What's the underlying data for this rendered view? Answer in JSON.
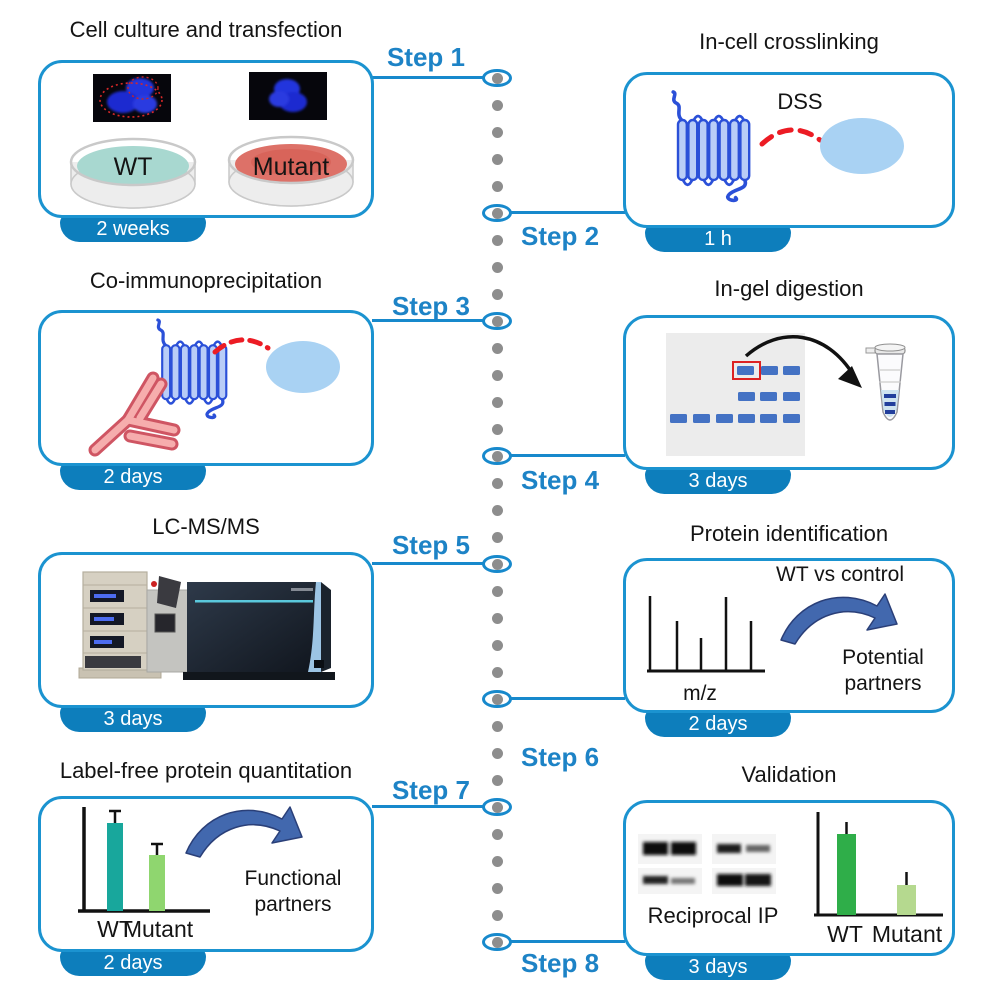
{
  "steps": [
    {
      "label": "Step 1",
      "title": "Cell culture and transfection",
      "duration": "2 weeks",
      "dishes": [
        {
          "label": "WT"
        },
        {
          "label": "Mutant"
        }
      ]
    },
    {
      "label": "Step 2",
      "title": "In-cell crosslinking",
      "duration": "1 h",
      "crosslinker": "DSS"
    },
    {
      "label": "Step 3",
      "title": "Co-immunoprecipitation",
      "duration": "2 days"
    },
    {
      "label": "Step 4",
      "title": "In-gel digestion",
      "duration": "3 days"
    },
    {
      "label": "Step 5",
      "title": "LC-MS/MS",
      "duration": "3 days"
    },
    {
      "label": "Step 6",
      "title": "Protein identification",
      "duration": "2 days",
      "comparison_label": "WT vs control",
      "axis_label": "m/z",
      "outcome": "Potential partners"
    },
    {
      "label": "Step 7",
      "title": "Label-free protein quantitation",
      "duration": "2 days",
      "outcome": "Functional partners",
      "x_categories": [
        "WT",
        "Mutant"
      ]
    },
    {
      "label": "Step 8",
      "title": "Validation",
      "duration": "3 days",
      "blot_label": "Reciprocal IP",
      "x_categories": [
        "WT",
        "Mutant"
      ]
    }
  ],
  "chart_data": [
    {
      "id": "protein-identification-spectrum",
      "type": "line",
      "xlabel": "m/z",
      "description": "Schematic mass spectrum with 5 peaks",
      "peaks_relative_height": [
        1.0,
        0.66,
        0.44,
        0.98,
        0.66
      ]
    },
    {
      "id": "label-free-quantitation-bars",
      "type": "bar",
      "categories": [
        "WT",
        "Mutant"
      ],
      "values": [
        0.83,
        0.52
      ],
      "error_bars": true,
      "bar_colors": [
        "#18a79c",
        "#8fd66f"
      ],
      "ylim": [
        0,
        1
      ],
      "title": ""
    },
    {
      "id": "validation-bars",
      "type": "bar",
      "categories": [
        "WT",
        "Mutant"
      ],
      "values": [
        0.81,
        0.3
      ],
      "error_bars": true,
      "bar_colors": [
        "#2fae49",
        "#b5d98f"
      ],
      "ylim": [
        0,
        1
      ],
      "title": ""
    }
  ],
  "colors": {
    "card_border_blue": "#1b93d0",
    "step_label_blue": "#1d83c6",
    "badge_blue": "#0d7ebc",
    "timeline_dot_gray": "#8d8d8d",
    "receptor_outline_blue": "#2b50d8",
    "receptor_fill": "#b9cdf7",
    "partner_ellipse_blue": "#a9d2f3",
    "crosslink_red": "#ec1c24",
    "antibody_pink": "#f5a9a9",
    "gel_band_blue": "#4472c4",
    "wt_dish_teal": "#a8d8d0",
    "mutant_dish_red": "#dd7168"
  }
}
